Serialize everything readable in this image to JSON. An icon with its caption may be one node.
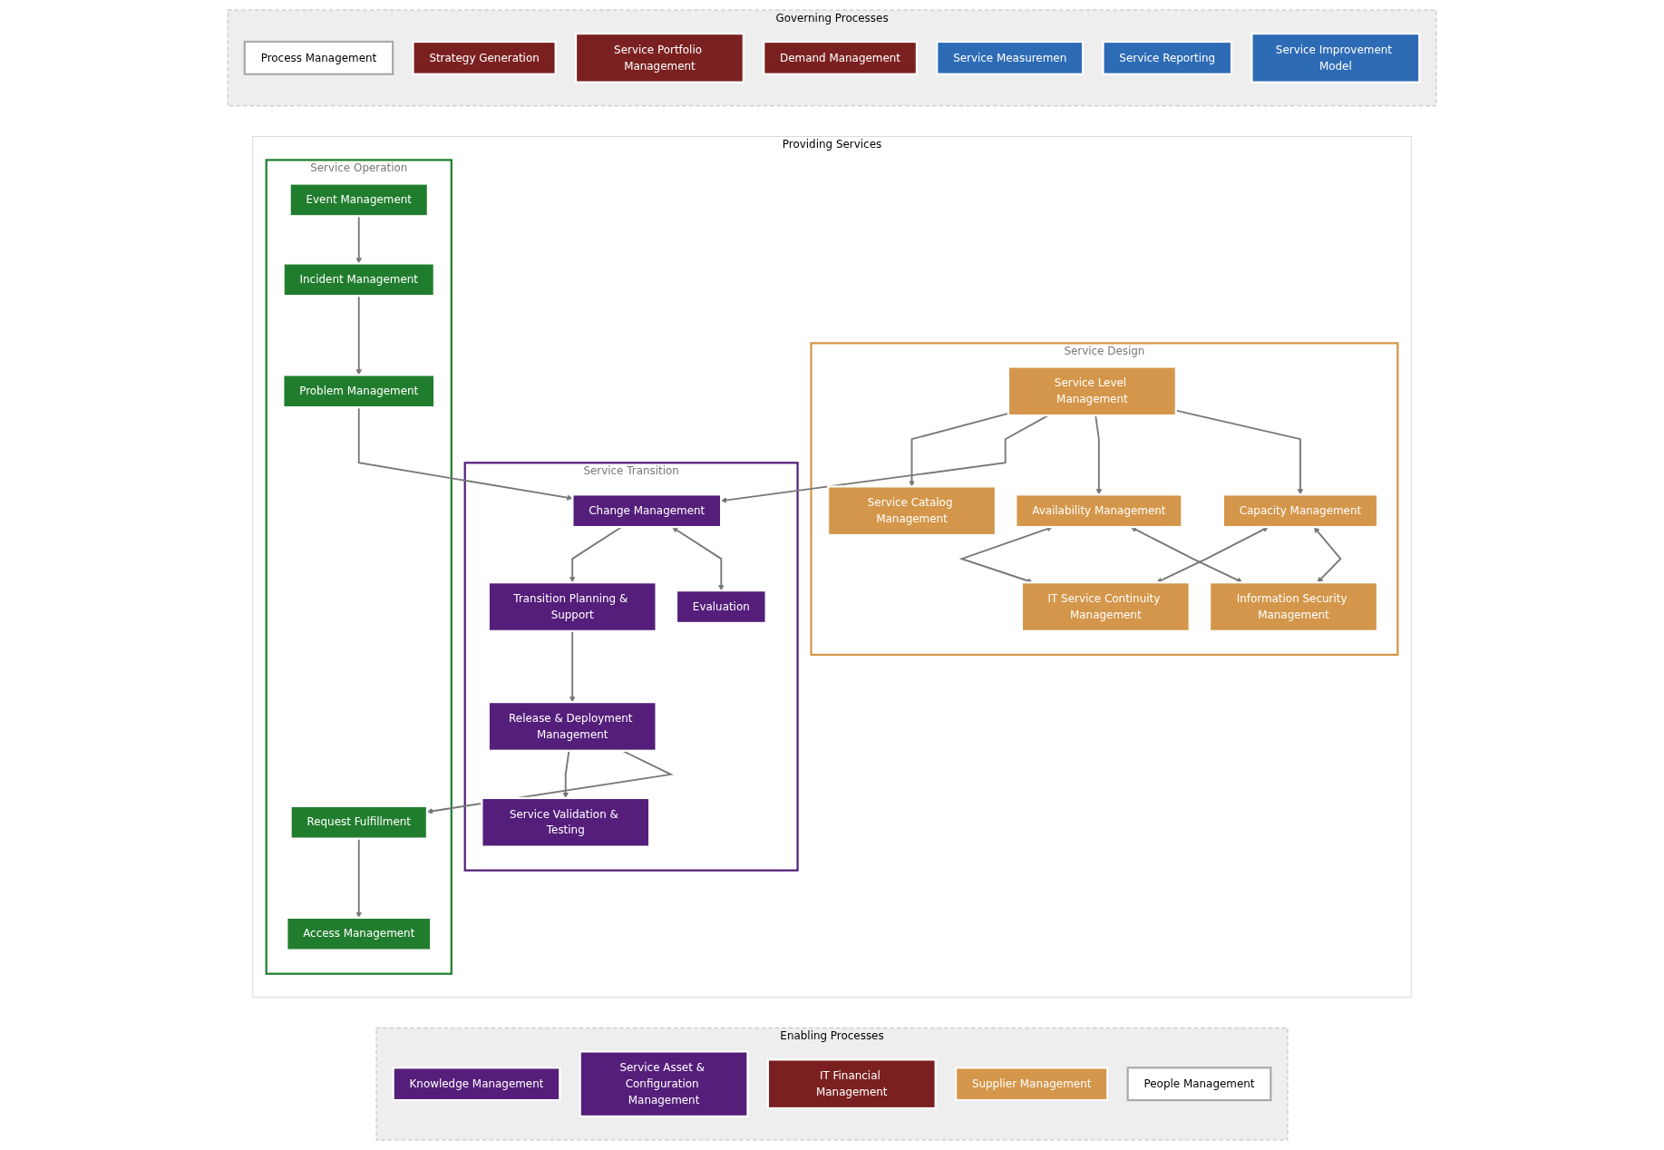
{
  "diagram": {
    "nodes": [
      {
        "text": [
          "Governing Processes"
        ]
      },
      {
        "text": [
          "Process Management"
        ],
        "in": 0
      },
      {
        "text": [
          "Strategy Generation"
        ],
        "in": 0
      },
      {
        "text": [
          "Service Portfolio Management"
        ],
        "in": 0
      },
      {
        "text": [
          "Demand Management"
        ],
        "in": 0
      },
      {
        "text": [
          "Service Measuremen"
        ],
        "in": 0
      },
      {
        "text": [
          "Service Reporting"
        ],
        "in": 0
      },
      {
        "text": [
          "Service Improvement Model"
        ],
        "in": 0
      },
      {
        "text": [
          "Providing Services"
        ]
      },
      {
        "text": [
          "Service Design"
        ],
        "in": 8
      },
      {
        "text": [
          "Service Catalog Management"
        ],
        "in": 9
      },
      {
        "text": [
          "Service Level Management"
        ],
        "in": 9
      },
      {
        "text": [
          "Availability Management"
        ],
        "in": 9
      },
      {
        "text": [
          "Capacity Management"
        ],
        "in": 9
      },
      {
        "text": [
          "IT Service Continuity Management"
        ],
        "in": 9
      },
      {
        "text": [
          "Information Security Management"
        ],
        "in": 9
      },
      {
        "text": [
          "Service Transition"
        ],
        "in": 8
      },
      {
        "text": [
          "Change Management"
        ],
        "in": 16
      },
      {
        "text": [
          "Transition Planning & Support"
        ],
        "in": 16
      },
      {
        "text": [
          "Evaluation"
        ],
        "in": 16
      },
      {
        "text": [
          "Release & Deployment Management"
        ],
        "in": 16
      },
      {
        "text": [
          "Service Validation & Testing"
        ],
        "in": 16
      },
      {
        "text": [
          "Service Operation"
        ],
        "in": 8
      },
      {
        "text": [
          "Problem Management"
        ],
        "in": 22
      },
      {
        "text": [
          "Access Management"
        ],
        "in": 22
      },
      {
        "text": [
          "Incident Management"
        ],
        "in": 22
      },
      {
        "text": [
          "Request Fulfillment"
        ],
        "in": 22
      },
      {
        "text": [
          "Event Management"
        ],
        "in": 22
      },
      {
        "text": [
          "Enabling Processes"
        ]
      },
      {
        "text": [
          "Knowledge Management"
        ],
        "in": 28
      },
      {
        "text": [
          "Service Asset & Configuration Management"
        ],
        "in": 28
      },
      {
        "text": [
          "IT Financial Management"
        ],
        "in": 28
      },
      {
        "text": [
          "Supplier Management"
        ],
        "in": 28
      },
      {
        "text": [
          "People Management"
        ],
        "in": 28
      }
    ],
    "edges": [
      {
        "from": 11,
        "to": 10,
        "arrow": "to"
      },
      {
        "from": 11,
        "to": 17,
        "arrow": "to"
      },
      {
        "from": 23,
        "to": 17,
        "arrow": "to"
      },
      {
        "from": 11,
        "to": 12,
        "arrow": "to"
      },
      {
        "from": 11,
        "to": 13,
        "arrow": "to"
      },
      {
        "from": 12,
        "to": 14,
        "arrow": "both"
      },
      {
        "from": 12,
        "to": 15,
        "arrow": "both"
      },
      {
        "from": 13,
        "to": 14,
        "arrow": "both"
      },
      {
        "from": 13,
        "to": 15,
        "arrow": "both"
      },
      {
        "from": 17,
        "to": 18,
        "arrow": "to"
      },
      {
        "from": 17,
        "to": 19,
        "arrow": "both"
      },
      {
        "from": 18,
        "to": 20,
        "arrow": "to"
      },
      {
        "from": 20,
        "to": 21,
        "arrow": "to"
      },
      {
        "from": 20,
        "to": 26,
        "arrow": "to"
      },
      {
        "from": 26,
        "to": 24,
        "arrow": "to"
      },
      {
        "from": 27,
        "to": 25,
        "arrow": "to"
      },
      {
        "from": 25,
        "to": 23,
        "arrow": "to"
      }
    ]
  }
}
